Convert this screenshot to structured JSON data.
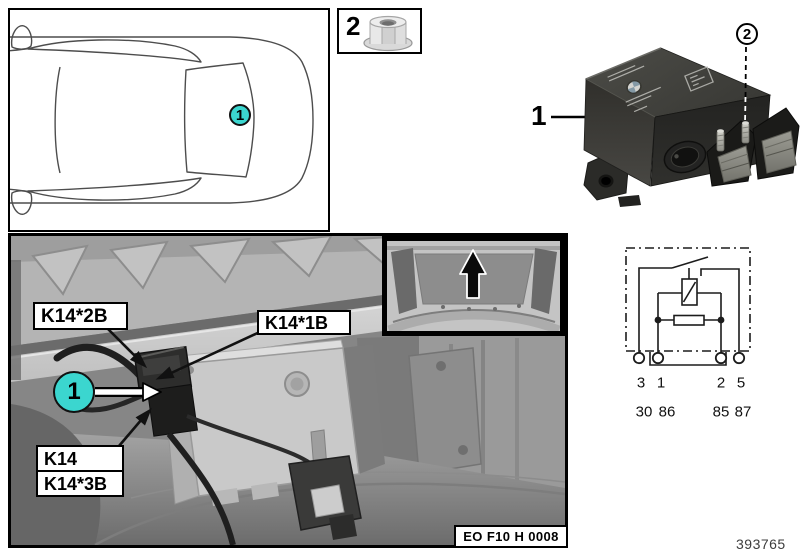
{
  "panels": {
    "car": {
      "callout": "1"
    },
    "nut": {
      "item": "2"
    },
    "relay": {
      "item": "1",
      "nut_callout": "2"
    },
    "photo": {
      "callout": "1",
      "labels": {
        "top_left": "K14*2B",
        "mid_right": "K14*1B",
        "relay": "K14",
        "bottom": "K14*3B"
      },
      "image_code": "EO F10 H 0008"
    },
    "schematic": {
      "pins": [
        "3",
        "1",
        "2",
        "5"
      ],
      "terminals": [
        "30",
        "86",
        "85",
        "87"
      ]
    }
  },
  "footer": {
    "doc_number": "393765"
  },
  "colors": {
    "callout_fill": "#3BD6CF"
  }
}
